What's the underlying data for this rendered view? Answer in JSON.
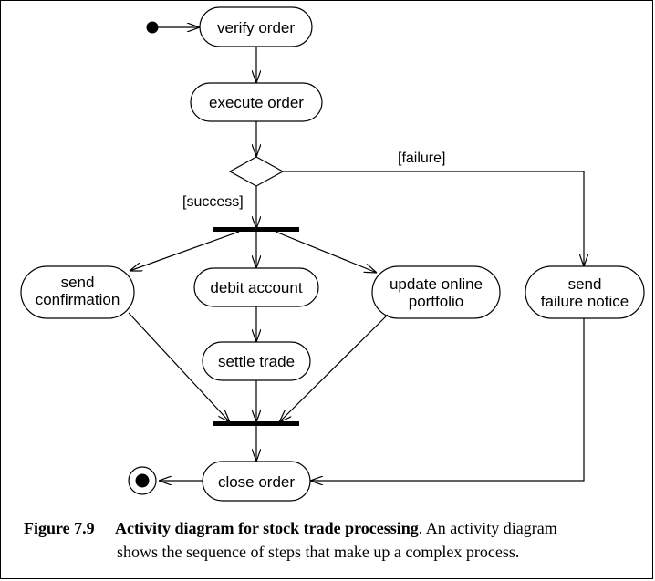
{
  "nodes": {
    "verify": "verify order",
    "execute": "execute order",
    "send_confirmation": [
      "send",
      "confirmation"
    ],
    "debit": "debit account",
    "update_portfolio": [
      "update online",
      "portfolio"
    ],
    "send_failure": [
      "send",
      "failure notice"
    ],
    "settle": "settle trade",
    "close": "close order"
  },
  "guards": {
    "failure": "[failure]",
    "success": "[success]"
  },
  "caption": {
    "label": "Figure 7.9",
    "title": "Activity diagram for stock trade processing",
    "text_line1": ". An activity diagram",
    "text_line2": "shows the sequence of steps that make up a complex process."
  }
}
